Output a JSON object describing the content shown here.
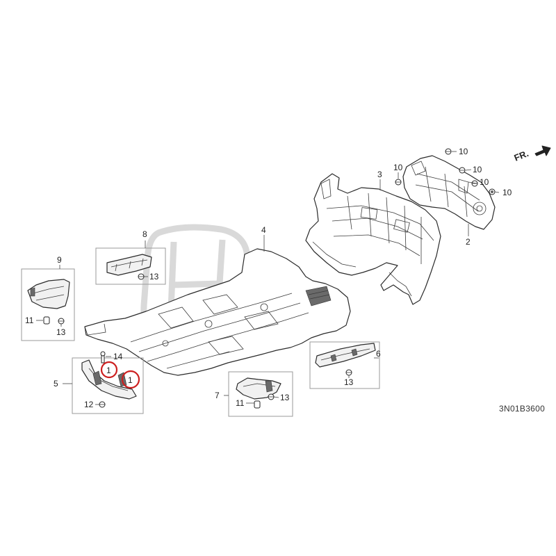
{
  "diagram": {
    "code": "3N01B3600",
    "direction_label": "FR.",
    "parts": {
      "p1a": "1",
      "p1b": "1",
      "p2": "2",
      "p3": "3",
      "p4": "4",
      "p5": "5",
      "p6": "6",
      "p7": "7",
      "p8": "8",
      "p9": "9",
      "p10a": "10",
      "p10b": "10",
      "p10c": "10",
      "p10d": "10",
      "p10e": "10",
      "p11a": "11",
      "p11b": "11",
      "p12": "12",
      "p13a": "13",
      "p13b": "13",
      "p13c": "13",
      "p13d": "13",
      "p14": "14"
    },
    "colors": {
      "highlight": "#cc1f1f",
      "watermark": "#d9d9d9"
    }
  }
}
